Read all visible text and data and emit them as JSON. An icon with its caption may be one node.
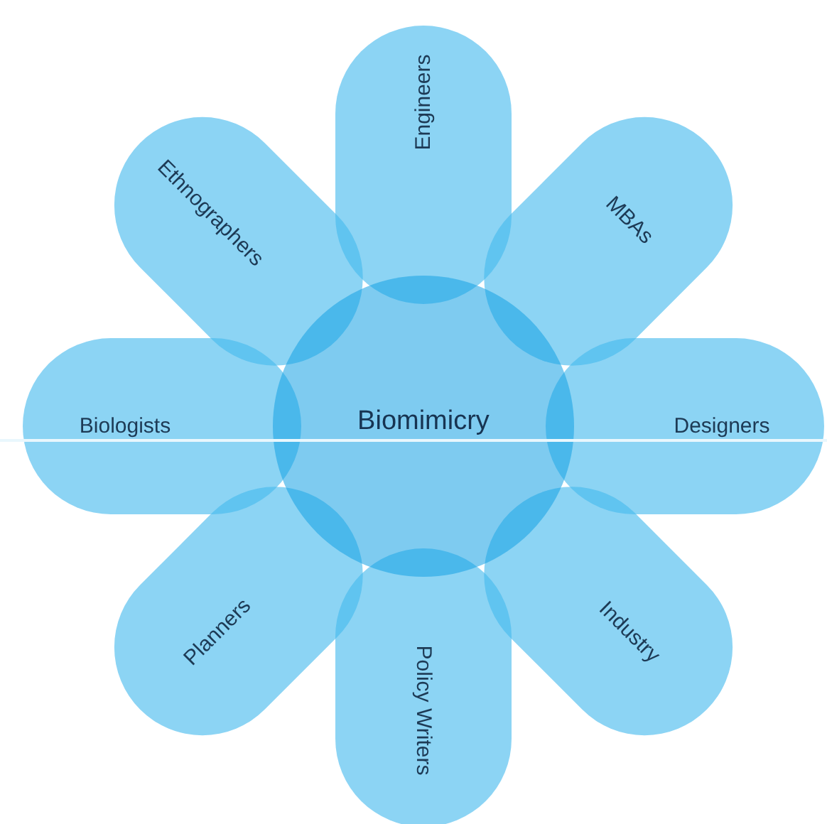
{
  "diagram": {
    "nodes": [
      {
        "text": [
          "Biomimicry"
        ]
      },
      {
        "text": [
          "Engineers"
        ]
      },
      {
        "text": [
          "MBAs"
        ]
      },
      {
        "text": [
          "Designers"
        ]
      },
      {
        "text": [
          "Industry"
        ]
      },
      {
        "text": [
          "Policy Writers"
        ]
      },
      {
        "text": [
          "Planners"
        ]
      },
      {
        "text": [
          "Biologists"
        ]
      },
      {
        "text": [
          "Ethnographers"
        ]
      }
    ]
  }
}
